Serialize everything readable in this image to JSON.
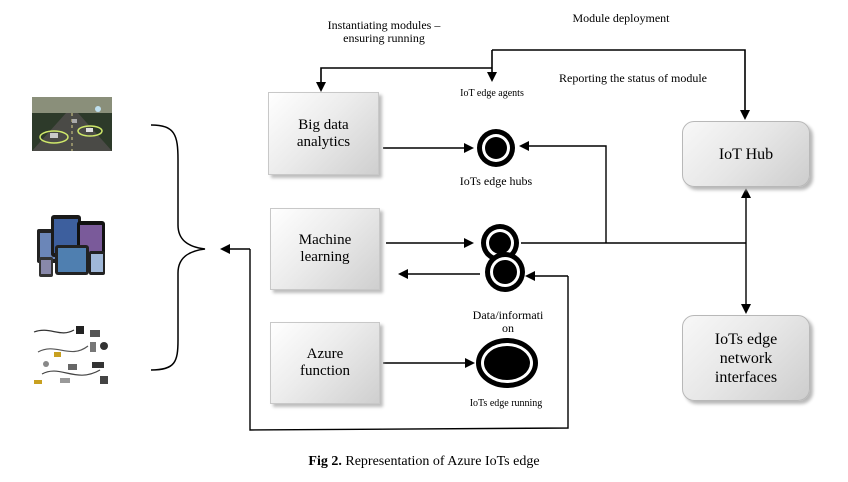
{
  "labels": {
    "instantiating": "Instantiating modules –\nensuring running",
    "module_deployment": "Module deployment",
    "iot_edge_agents": "IoT edge agents",
    "reporting_status": "Reporting the status of module",
    "iots_edge_hubs": "IoTs edge hubs",
    "data_information": "Data/informati\non",
    "iots_edge_running": "IoTs edge running"
  },
  "boxes": {
    "big_data": "Big data\nanalytics",
    "machine_learning": "Machine\nlearning",
    "azure_function": "Azure\nfunction",
    "iot_hub": "IoT Hub",
    "iots_edge_network": "IoTs edge\nnetwork\ninterfaces"
  },
  "caption": {
    "prefix": "Fig 2.",
    "text": " Representation of Azure IoTs edge"
  },
  "images": {
    "traffic": "traffic-scene-icon",
    "devices": "tablets-phones-icon",
    "sensors": "sensors-icon"
  },
  "colors": {
    "box_fill": "#e6e6e6",
    "line": "#000000"
  }
}
